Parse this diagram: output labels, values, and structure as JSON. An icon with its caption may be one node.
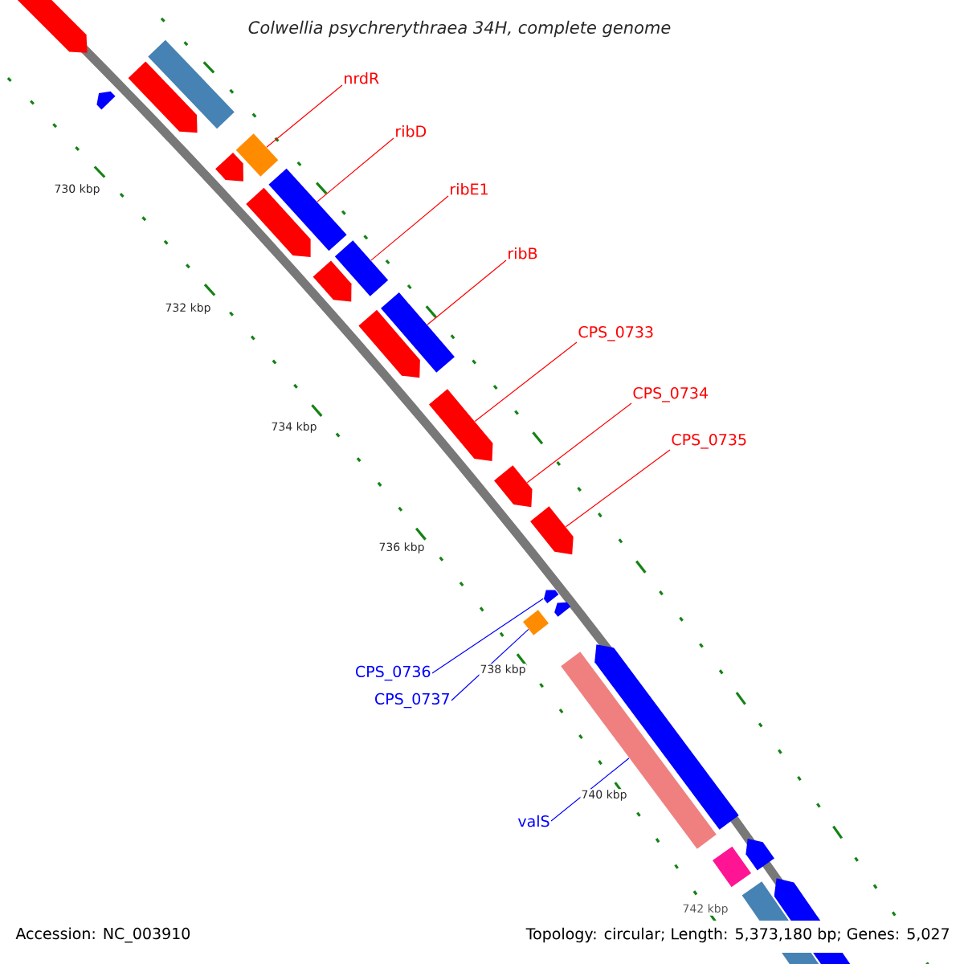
{
  "diagram": {
    "title": "Colwellia psychrerythraea 34H, complete genome",
    "nodes": [
      {
        "text": [
          "nrdR"
        ]
      },
      {
        "text": [
          "ribD"
        ]
      },
      {
        "text": [
          "ribE1"
        ]
      },
      {
        "text": [
          "ribB"
        ]
      },
      {
        "text": [
          "CPS_0733"
        ]
      },
      {
        "text": [
          "CPS_0734"
        ]
      },
      {
        "text": [
          "CPS_0735"
        ]
      },
      {
        "text": [
          "CPS_0736"
        ]
      },
      {
        "text": [
          "CPS_0737"
        ]
      },
      {
        "text": [
          "valS"
        ]
      },
      {
        "text": [],
        "shape": "bar"
      },
      {
        "text": [],
        "shape": "bar"
      },
      {
        "text": [],
        "shape": "bar"
      },
      {
        "text": [],
        "shape": "bar"
      },
      {
        "text": [],
        "shape": "bar"
      },
      {
        "text": [],
        "shape": "bar"
      },
      {
        "text": [],
        "shape": "bar"
      },
      {
        "text": [],
        "shape": "bar"
      },
      {
        "text": [],
        "shape": "bar"
      },
      {
        "text": [],
        "shape": "bar"
      },
      {
        "text": [],
        "shape": "bar"
      },
      {
        "text": [],
        "shape": "bar"
      },
      {
        "text": [],
        "shape": "bar"
      },
      {
        "text": [],
        "shape": "bar"
      },
      {
        "text": [],
        "shape": "bar"
      },
      {
        "text": [],
        "shape": "bar"
      },
      {
        "text": [],
        "shape": "bar"
      },
      {
        "text": [],
        "shape": "bar"
      },
      {
        "text": [],
        "shape": "bar"
      },
      {
        "text": [],
        "shape": "bar"
      },
      {
        "text": [],
        "shape": "bar"
      },
      {
        "text": [],
        "shape": "bar"
      },
      {
        "text": [],
        "shape": "bar"
      },
      {
        "text": [],
        "shape": "bar"
      }
    ],
    "edges": [
      {
        "from": 0,
        "to": 14,
        "arrow": "none"
      },
      {
        "from": 1,
        "to": 16,
        "arrow": "none"
      },
      {
        "from": 2,
        "to": 18,
        "arrow": "none"
      },
      {
        "from": 3,
        "to": 20,
        "arrow": "none"
      },
      {
        "from": 4,
        "to": 22,
        "arrow": "none"
      },
      {
        "from": 5,
        "to": 23,
        "arrow": "none"
      },
      {
        "from": 6,
        "to": 24,
        "arrow": "none"
      },
      {
        "from": 7,
        "to": 25,
        "arrow": "none",
        "color": "#0000ff"
      },
      {
        "from": 8,
        "to": 27,
        "arrow": "none",
        "color": "#0000ff"
      },
      {
        "from": 9,
        "to": 29,
        "arrow": "none",
        "color": "#0000ff"
      }
    ],
    "labels": [
      "730 kbp",
      "732 kbp",
      "734 kbp",
      "736 kbp",
      "738 kbp",
      "740 kbp",
      "742 kbp",
      "Accession: NC_003910",
      "Topology: circular; Length: 5,373,180 bp; Genes: 5,027"
    ]
  }
}
